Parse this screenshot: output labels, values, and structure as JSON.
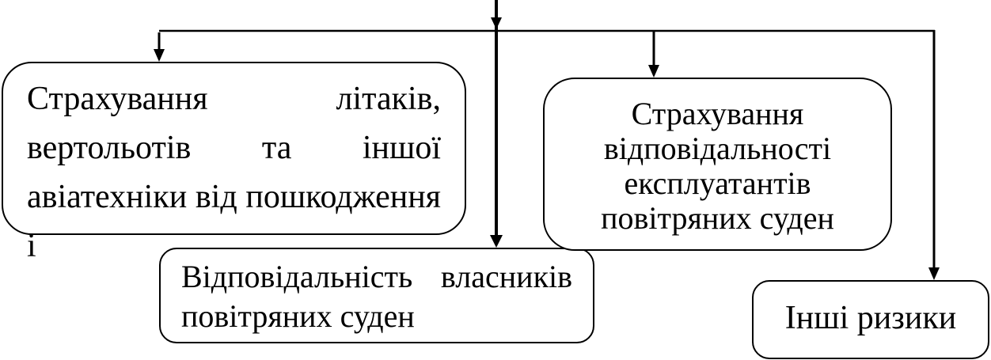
{
  "diagram": {
    "type": "flowchart",
    "nodes": [
      {
        "id": "aircraft-insurance",
        "lines": [
          "Страхування літаків,",
          "вертольотів та іншої",
          "авіатехніки від пошкодження і"
        ]
      },
      {
        "id": "owners-liability",
        "lines": [
          "Відповідальність власників",
          "повітряних суден"
        ]
      },
      {
        "id": "operators-liability",
        "lines": [
          "Страхування",
          "відповідальності",
          "експлуатантів",
          "повітряних суден"
        ]
      },
      {
        "id": "other-risks",
        "lines": [
          "Інші ризики"
        ]
      }
    ],
    "edges": [
      {
        "from": "source",
        "to": "aircraft-insurance"
      },
      {
        "from": "source",
        "to": "owners-liability"
      },
      {
        "from": "source",
        "to": "operators-liability"
      },
      {
        "from": "source",
        "to": "other-risks"
      }
    ],
    "stroke_color": "#000000",
    "background_color": "#ffffff"
  }
}
